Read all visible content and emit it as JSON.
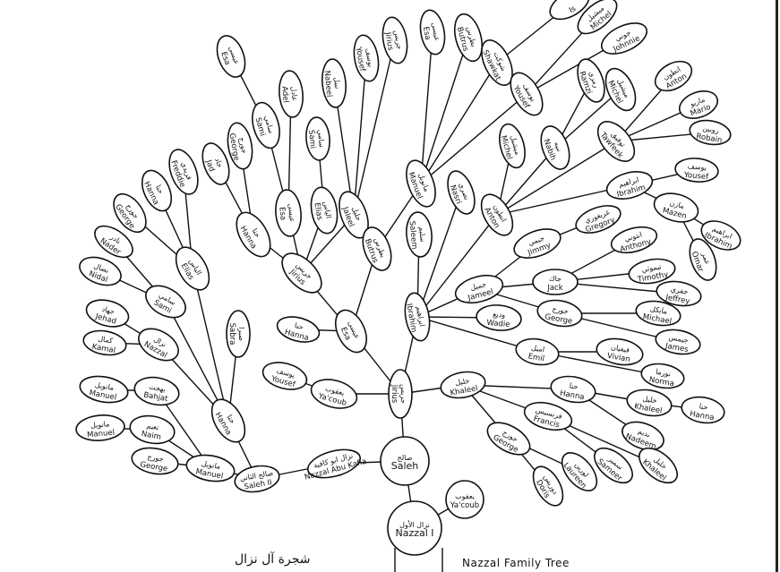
{
  "titles": {
    "english": "Nazzal Family Tree",
    "arabic": "شجرة آل نزال"
  },
  "nodes": [
    {
      "id": "nazzal1",
      "en": "Nazzal I",
      "ar": "نزال الأول",
      "parent": null
    },
    {
      "id": "yacoub0",
      "en": "Ya'coub",
      "ar": "يعقوب",
      "parent": "nazzal1"
    },
    {
      "id": "saleh",
      "en": "Saleh",
      "ar": "صالح",
      "parent": "nazzal1"
    },
    {
      "id": "nazzalak",
      "en": "Nazzal Abu Kafia",
      "ar": "نزال ابو كافية",
      "parent": "saleh"
    },
    {
      "id": "saleh2",
      "en": "Saleh II",
      "ar": "صالح الثاني",
      "parent": "nazzalak"
    },
    {
      "id": "manuel1",
      "en": "Manuel",
      "ar": "مانويل",
      "parent": "saleh2"
    },
    {
      "id": "george1",
      "en": "George",
      "ar": "جورج",
      "parent": "manuel1"
    },
    {
      "id": "naim",
      "en": "Naim",
      "ar": "نعيم",
      "parent": "manuel1"
    },
    {
      "id": "bahjat",
      "en": "Bahjat",
      "ar": "بهجت",
      "parent": "manuel1"
    },
    {
      "id": "manuel2",
      "en": "Manuel",
      "ar": "مانويل",
      "parent": "naim"
    },
    {
      "id": "manuel3",
      "en": "Manuel",
      "ar": "مانويل",
      "parent": "bahjat"
    },
    {
      "id": "hanna1",
      "en": "Hanna",
      "ar": "حنا",
      "parent": "saleh2"
    },
    {
      "id": "sabra",
      "en": "Sabra",
      "ar": "صبرا",
      "parent": "hanna1"
    },
    {
      "id": "nazzal2",
      "en": "Nazzal",
      "ar": "نزال",
      "parent": "hanna1"
    },
    {
      "id": "sami1",
      "en": "Sami",
      "ar": "سامي",
      "parent": "hanna1"
    },
    {
      "id": "elias1",
      "en": "Elias",
      "ar": "الياس",
      "parent": "hanna1"
    },
    {
      "id": "kamal",
      "en": "Kamal",
      "ar": "كمال",
      "parent": "nazzal2"
    },
    {
      "id": "jehad",
      "en": "Jehad",
      "ar": "جهاد",
      "parent": "nazzal2"
    },
    {
      "id": "nidal",
      "en": "Nidal",
      "ar": "نضال",
      "parent": "sami1"
    },
    {
      "id": "nader",
      "en": "Nader",
      "ar": "نادر",
      "parent": "sami1"
    },
    {
      "id": "george2",
      "en": "George",
      "ar": "جورج",
      "parent": "elias1"
    },
    {
      "id": "hanna2",
      "en": "Hanna",
      "ar": "حنا",
      "parent": "elias1"
    },
    {
      "id": "freddie",
      "en": "Freddie",
      "ar": "فريدي",
      "parent": "elias1"
    },
    {
      "id": "jirius1",
      "en": "Jirius",
      "ar": "جريس",
      "parent": "saleh"
    },
    {
      "id": "yacoub1",
      "en": "Ya'coub",
      "ar": "يعقوب",
      "parent": "jirius1"
    },
    {
      "id": "yousef1",
      "en": "Yousef",
      "ar": "يوسف",
      "parent": "yacoub1"
    },
    {
      "id": "esa1",
      "en": "Esa",
      "ar": "عيسى",
      "parent": "jirius1"
    },
    {
      "id": "hanna3",
      "en": "Hanna",
      "ar": "حنا",
      "parent": "esa1"
    },
    {
      "id": "jirius2",
      "en": "Jirius",
      "ar": "جريس",
      "parent": "esa1"
    },
    {
      "id": "hanna4",
      "en": "Hanna",
      "ar": "حنا",
      "parent": "jirius2"
    },
    {
      "id": "jad",
      "en": "Jad",
      "ar": "جاد",
      "parent": "hanna4"
    },
    {
      "id": "george3",
      "en": "George",
      "ar": "جورج",
      "parent": "hanna4"
    },
    {
      "id": "esa2",
      "en": "Esa",
      "ar": "عيسى",
      "parent": "jirius2"
    },
    {
      "id": "sami2",
      "en": "Sami",
      "ar": "سامي",
      "parent": "esa2"
    },
    {
      "id": "esa3",
      "en": "Esa",
      "ar": "عيسى",
      "parent": "sami2"
    },
    {
      "id": "adel",
      "en": "Adel",
      "ar": "عادل",
      "parent": "esa2"
    },
    {
      "id": "elias2",
      "en": "Elias",
      "ar": "الياس",
      "parent": "jirius2"
    },
    {
      "id": "sami3",
      "en": "Sami",
      "ar": "سامي",
      "parent": "elias2"
    },
    {
      "id": "jaleel",
      "en": "Jaleel",
      "ar": "جليل",
      "parent": "jirius2"
    },
    {
      "id": "nabeel",
      "en": "Nabeel",
      "ar": "نبيل",
      "parent": "jaleel"
    },
    {
      "id": "yousef2",
      "en": "Yousef",
      "ar": "يوسف",
      "parent": "jaleel"
    },
    {
      "id": "jirius3",
      "en": "Jirius",
      "ar": "جريس",
      "parent": "jaleel"
    },
    {
      "id": "butrus1",
      "en": "Butrus",
      "ar": "بطرس",
      "parent": "esa1"
    },
    {
      "id": "manuel4",
      "en": "Manuel",
      "ar": "مانويل",
      "parent": "butrus1"
    },
    {
      "id": "esa4",
      "en": "Esa",
      "ar": "عيسى",
      "parent": "manuel4"
    },
    {
      "id": "butrus2",
      "en": "Butrus",
      "ar": "بطرس",
      "parent": "manuel4"
    },
    {
      "id": "shawkat",
      "en": "Shawkat",
      "ar": "شوكت",
      "parent": "manuel4"
    },
    {
      "id": "is",
      "en": "Is",
      "ar": "",
      "parent": "shawkat"
    },
    {
      "id": "yousef3",
      "en": "Yousef",
      "ar": "يوسف",
      "parent": "manuel4"
    },
    {
      "id": "michel1",
      "en": "Michel",
      "ar": "ميشيل",
      "parent": "yousef3"
    },
    {
      "id": "johnnie",
      "en": "Johnnie",
      "ar": "جوني",
      "parent": "yousef3"
    },
    {
      "id": "ibrahim1",
      "en": "Ibrahim",
      "ar": "ابراهيم",
      "parent": "jirius1"
    },
    {
      "id": "saleem",
      "en": "Saleem",
      "ar": "سليم",
      "parent": "ibrahim1"
    },
    {
      "id": "nasri",
      "en": "Nasri",
      "ar": "نصري",
      "parent": "ibrahim1"
    },
    {
      "id": "anton1",
      "en": "Anton",
      "ar": "انطون",
      "parent": "ibrahim1"
    },
    {
      "id": "michel2",
      "en": "Michel",
      "ar": "ميشيل",
      "parent": "anton1"
    },
    {
      "id": "nabih",
      "en": "Nabih",
      "ar": "نبيه",
      "parent": "anton1"
    },
    {
      "id": "ramzi",
      "en": "Ramzi",
      "ar": "رمزي",
      "parent": "nabih"
    },
    {
      "id": "michel3",
      "en": "Michel",
      "ar": "ميشيل",
      "parent": "nabih"
    },
    {
      "id": "tawfeek",
      "en": "Tawfeek",
      "ar": "توفيق",
      "parent": "anton1"
    },
    {
      "id": "anton2",
      "en": "Anton",
      "ar": "انطون",
      "parent": "tawfeek"
    },
    {
      "id": "mario",
      "en": "Mario",
      "ar": "ماريو",
      "parent": "tawfeek"
    },
    {
      "id": "robain",
      "en": "Robain",
      "ar": "روبين",
      "parent": "tawfeek"
    },
    {
      "id": "ibrahim2",
      "en": "Ibrahim",
      "ar": "ابراهيم",
      "parent": "anton1"
    },
    {
      "id": "yousef4",
      "en": "Yousef",
      "ar": "يوسف",
      "parent": "ibrahim2"
    },
    {
      "id": "mazen",
      "en": "Mazen",
      "ar": "مازن",
      "parent": "ibrahim2"
    },
    {
      "id": "ibrahim3",
      "en": "Ibrahim",
      "ar": "ابراهيم",
      "parent": "mazen"
    },
    {
      "id": "omar",
      "en": "Omar",
      "ar": "عمر",
      "parent": "mazen"
    },
    {
      "id": "jameel",
      "en": "Jameel",
      "ar": "جميل",
      "parent": "ibrahim1"
    },
    {
      "id": "jimmy",
      "en": "Jimmy",
      "ar": "جيمي",
      "parent": "jameel"
    },
    {
      "id": "gregory",
      "en": "Gregory",
      "ar": "غريغوري",
      "parent": "jimmy"
    },
    {
      "id": "jack",
      "en": "Jack",
      "ar": "جاك",
      "parent": "jameel"
    },
    {
      "id": "anthony",
      "en": "Anthony",
      "ar": "انتوني",
      "parent": "jack"
    },
    {
      "id": "timothy",
      "en": "Timothy",
      "ar": "تيموثي",
      "parent": "jack"
    },
    {
      "id": "jeffrey",
      "en": "Jeffrey",
      "ar": "جفري",
      "parent": "jack"
    },
    {
      "id": "george4",
      "en": "George",
      "ar": "جورج",
      "parent": "jameel"
    },
    {
      "id": "michael",
      "en": "Michael",
      "ar": "مايكل",
      "parent": "george4"
    },
    {
      "id": "james",
      "en": "James",
      "ar": "جيمس",
      "parent": "george4"
    },
    {
      "id": "wadie",
      "en": "Wadie",
      "ar": "وديع",
      "parent": "ibrahim1"
    },
    {
      "id": "emil",
      "en": "Emil",
      "ar": "اميل",
      "parent": "ibrahim1"
    },
    {
      "id": "vivian",
      "en": "Vivian",
      "ar": "فيفيان",
      "parent": "emil"
    },
    {
      "id": "norma",
      "en": "Norma",
      "ar": "نورما",
      "parent": "emil"
    },
    {
      "id": "khaleel1",
      "en": "Khaleel",
      "ar": "خليل",
      "parent": "jirius1"
    },
    {
      "id": "hanna5",
      "en": "Hanna",
      "ar": "حنا",
      "parent": "khaleel1"
    },
    {
      "id": "khaleel2",
      "en": "Khaleel",
      "ar": "خليل",
      "parent": "hanna5"
    },
    {
      "id": "hanna6",
      "en": "Hanna",
      "ar": "حنا",
      "parent": "khaleel2"
    },
    {
      "id": "nadeem",
      "en": "Nadeem",
      "ar": "نديم",
      "parent": "hanna5"
    },
    {
      "id": "francis",
      "en": "Francis",
      "ar": "فرنسيس",
      "parent": "khaleel1"
    },
    {
      "id": "sameer",
      "en": "Sameer",
      "ar": "سمير",
      "parent": "francis"
    },
    {
      "id": "khaleel3",
      "en": "Khaleel",
      "ar": "خليل",
      "parent": "francis"
    },
    {
      "id": "george5",
      "en": "George",
      "ar": "جورج",
      "parent": "khaleel1"
    },
    {
      "id": "doris",
      "en": "Doris",
      "ar": "دوريس",
      "parent": "george5"
    },
    {
      "id": "laureen",
      "en": "Laureen",
      "ar": "لورين",
      "parent": "george5"
    }
  ]
}
